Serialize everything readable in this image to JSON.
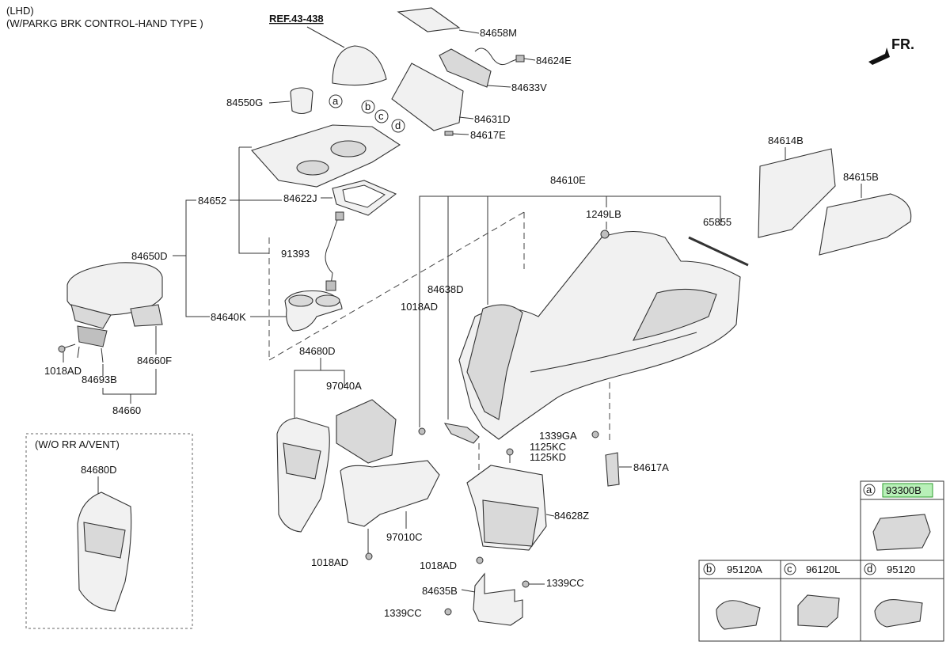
{
  "header": {
    "line1": "(LHD)",
    "line2": "(W/PARKG BRK CONTROL-HAND TYPE )"
  },
  "reference": "REF.43-438",
  "front_indicator": "FR.",
  "labels": {
    "p84658M": "84658M",
    "p84624E": "84624E",
    "p84633V": "84633V",
    "p84631D": "84631D",
    "p84617E": "84617E",
    "p84550G": "84550G",
    "p84652": "84652",
    "p84622J": "84622J",
    "p91393": "91393",
    "p84650D": "84650D",
    "p84640K": "84640K",
    "p1018AD_left": "1018AD",
    "p84693B": "84693B",
    "p84660F": "84660F",
    "p84660": "84660",
    "p84610E": "84610E",
    "p1249LB": "1249LB",
    "p65855": "65855",
    "p84638D": "84638D",
    "p1018AD_mid": "1018AD",
    "p84614B": "84614B",
    "p84615B": "84615B",
    "p84680D_top": "84680D",
    "p97040A": "97040A",
    "p97010C": "97010C",
    "p1018AD_bottom1": "1018AD",
    "p1018AD_bottom2": "1018AD",
    "p1339GA": "1339GA",
    "p1125KC": "1125KC",
    "p1125KD": "1125KD",
    "p84617A": "84617A",
    "p84628Z": "84628Z",
    "p84635B": "84635B",
    "p1339CC_right": "1339CC",
    "p1339CC_left": "1339CC",
    "p84680D_inset": "84680D"
  },
  "inset": {
    "title": "(W/O RR A/VENT)"
  },
  "callouts": {
    "a": "a",
    "b": "b",
    "c": "c",
    "d": "d"
  },
  "legend": {
    "a": {
      "letter": "a",
      "part": "93300B"
    },
    "b": {
      "letter": "b",
      "part": "95120A"
    },
    "c": {
      "letter": "c",
      "part": "96120L"
    },
    "d": {
      "letter": "d",
      "part": "95120"
    }
  },
  "colors": {
    "highlight_fill": "#b8f0b8",
    "highlight_stroke": "#2e9e2e",
    "line": "#333333"
  }
}
